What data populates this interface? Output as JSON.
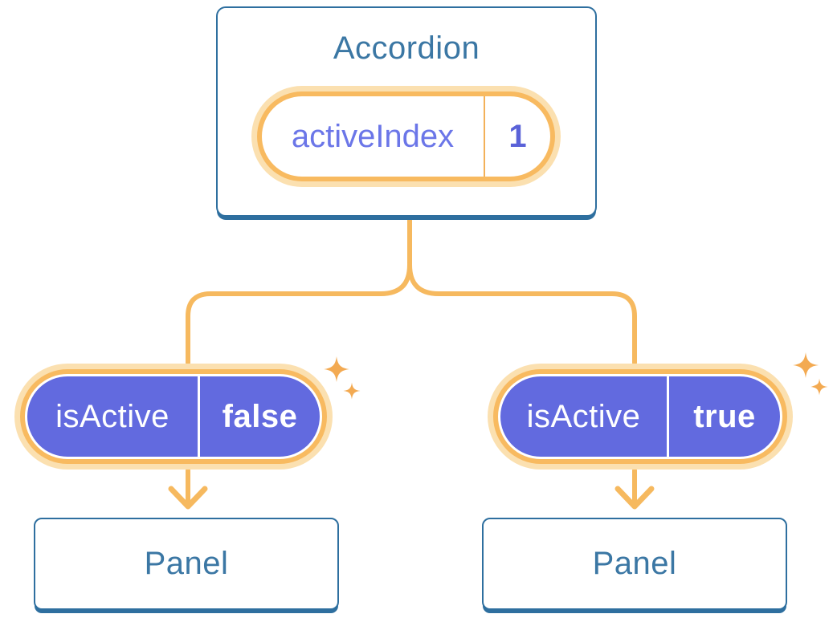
{
  "accordion": {
    "label": "Accordion",
    "state": {
      "name": "activeIndex",
      "value": "1"
    }
  },
  "panels": [
    {
      "label": "Panel",
      "prop_name": "isActive",
      "prop_value": "false"
    },
    {
      "label": "Panel",
      "prop_name": "isActive",
      "prop_value": "true"
    }
  ],
  "icons": {
    "sparkle": "four-point-star-sparkle"
  },
  "colors": {
    "card_border_blue": "#2E6F9F",
    "text_blue": "#3B77A4",
    "connector_orange": "#F6B95F",
    "pill_ring_orange": "#F8BA60",
    "pill_glow_orange": "#FBE0B0",
    "sparkle_orange": "#F3AA52",
    "pill_purple": "#626ADF",
    "state_name_purple": "#6B76E8",
    "state_value_purple": "#5A62D8"
  }
}
